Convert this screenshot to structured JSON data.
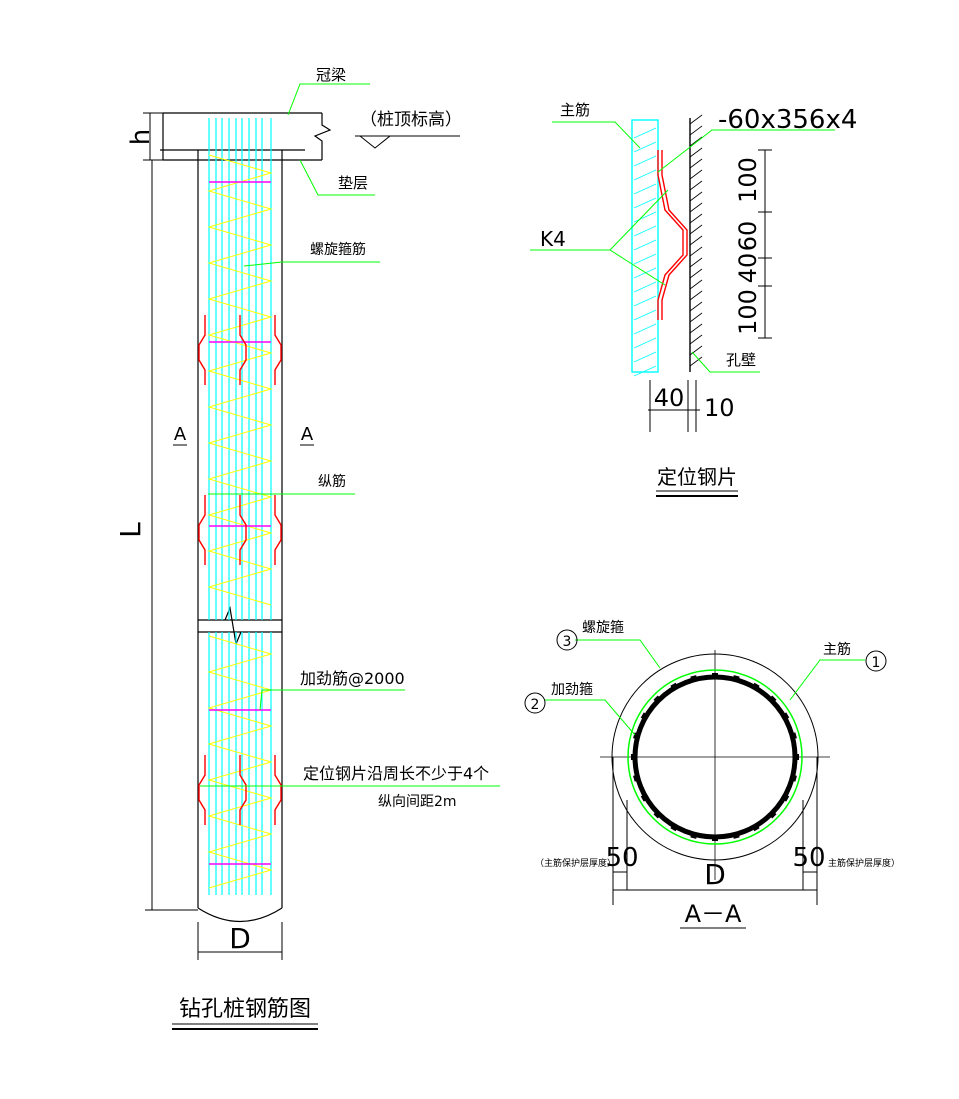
{
  "pile": {
    "label_cap_beam": "冠梁",
    "label_pile_top_elev": "（桩顶标高）",
    "label_cushion": "垫层",
    "label_spiral_stirrup": "螺旋箍筋",
    "label_longitudinal": "纵筋",
    "label_stiffener": "加劲筋@2000",
    "label_spacer_note_1": "定位钢片沿周长不少于4个",
    "label_spacer_note_2": "纵向间距2m",
    "dim_h": "h",
    "dim_L": "L",
    "dim_D": "D",
    "section_mark_left": "A",
    "section_mark_right": "A",
    "title": "钻孔桩钢筋图"
  },
  "spacer": {
    "label_main_bar": "主筋",
    "label_plate_size": "-60x356x4",
    "label_weld": "K4",
    "dim_1": "100",
    "dim_2": "60",
    "dim_3": "40",
    "dim_4": "60",
    "dim_5": "100",
    "dim_40": "40",
    "dim_10": "10",
    "label_hole_wall": "孔壁",
    "title": "定位钢片"
  },
  "section": {
    "label_spiral": "螺旋箍",
    "num_spiral": "3",
    "label_main": "主筋",
    "num_main": "1",
    "label_stiffener": "加劲箍",
    "num_stiffener": "2",
    "dim_cover_left": "50",
    "dim_cover_right": "50",
    "dim_D": "D",
    "note_cover_left": "（主筋保护层厚度）",
    "note_cover_right": "主筋保护层厚度）",
    "title": "A－A"
  },
  "colors": {
    "line": "#000000",
    "cyan": "#00ffff",
    "yellow": "#ffff00",
    "magenta": "#ff00ff",
    "red": "#ff0000",
    "green": "#00ff00"
  }
}
